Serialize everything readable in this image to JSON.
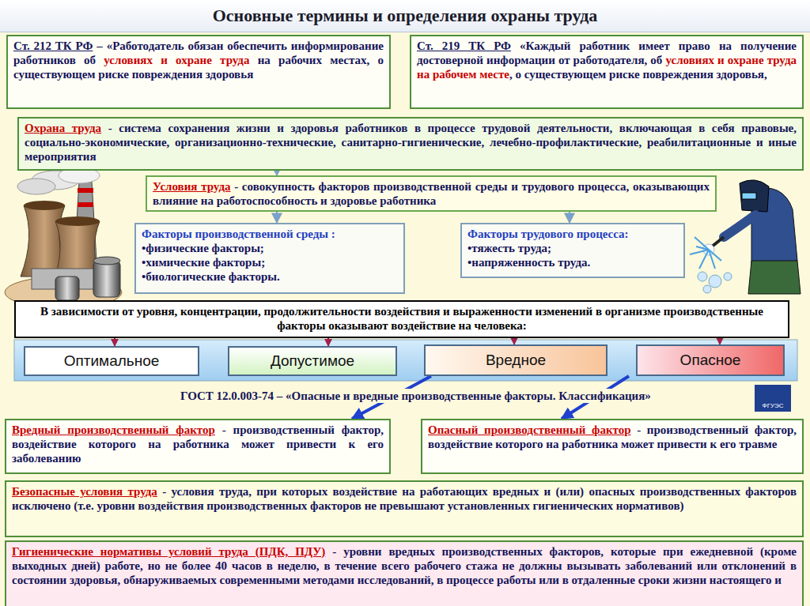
{
  "diagram": {
    "title": "Основные термины и определения охраны труда",
    "nodes": [
      {
        "text": [
          "Ст. 212 ТК РФ",
          "– «Работодатель обязан обеспечить информирование работников об",
          "условиях и охране труда",
          "на рабочих местах, о существующем риске повреждения здоровья"
        ]
      },
      {
        "text": [
          "Ст. 219 ТК РФ",
          "«Каждый работник имеет право на получение достоверной информации от работодателя, об",
          "условиях и охране труда на рабочем месте",
          ", о существующем риске повреждения здоровья,"
        ]
      },
      {
        "text": [
          "Охрана труда",
          "- система сохранения жизни и здоровья работников в процессе трудовой деятельности, включающая в себя правовые, социально-экономические, организационно-технические, санитарно-гигиенические, лечебно-профилактические, реабилитационные и иные мероприятия"
        ]
      },
      {
        "text": [
          "Условия труда",
          "- совокупность факторов производственной среды и трудового процесса, оказывающих влияние на работоспособность и здоровье работника"
        ]
      },
      {
        "text": [
          "Факторы производственной среды :",
          "•физические факторы;",
          "•химические факторы;",
          "•биологические факторы."
        ]
      },
      {
        "text": [
          "Факторы трудового процесса:",
          "•тяжесть труда;",
          "•напряженность труда."
        ]
      },
      {
        "text": [
          "В зависимости от уровня, концентрации, продолжительности воздействия и выраженности изменений в организме производственные факторы оказывают воздействие на человека:"
        ]
      },
      {
        "text": [
          "Оптимальное"
        ]
      },
      {
        "text": [
          "Допустимое"
        ]
      },
      {
        "text": [
          "Вредное"
        ]
      },
      {
        "text": [
          "Опасное"
        ]
      },
      {
        "text": [
          "Вредный производственный фактор",
          "- производственный фактор, воздействие которого на работника может привести к его заболеванию"
        ]
      },
      {
        "text": [
          "Опасный производственный фактор",
          "- производственный фактор, воздействие которого на работника может привести к его травме"
        ]
      },
      {
        "text": [
          "Безопасные условия труда",
          "- условия труда, при которых воздействие на работающих вредных и (или) опасных производственных факторов исключено (т.е. уровни воздействия производственных факторов не превышают установленных гигиенических нормативов)"
        ]
      },
      {
        "text": [
          "Гигиенические нормативы условий труда (ПДК, ПДУ)",
          "- уровни вредных производственных факторов, которые при ежедневной (кроме выходных дней) работе, но не более 40 часов в неделю, в течение всего рабочего стажа не должны вызывать заболеваний или отклонений в состоянии здоровья, обнаруживаемых современными методами исследований, в процессе работы или в отдаленные сроки жизни настоящего и"
        ]
      }
    ],
    "edges": [
      {
        "from": 2,
        "to": 3,
        "arrow": "to"
      },
      {
        "from": 3,
        "to": 4,
        "arrow": "to"
      },
      {
        "from": 3,
        "to": 5,
        "arrow": "to"
      },
      {
        "from": 6,
        "to": 7,
        "arrow": "to"
      },
      {
        "from": 6,
        "to": 8,
        "arrow": "to"
      },
      {
        "from": 6,
        "to": 9,
        "arrow": "to"
      },
      {
        "from": 6,
        "to": 10,
        "arrow": "to"
      },
      {
        "from": 9,
        "to": 11,
        "arrow": "to"
      },
      {
        "from": 10,
        "to": 12,
        "arrow": "to"
      }
    ],
    "labels": [
      "ГОСТ 12.0.003-74 – «Опасные и вредные производственные факторы. Классификация»",
      "ФГУЭС"
    ]
  }
}
